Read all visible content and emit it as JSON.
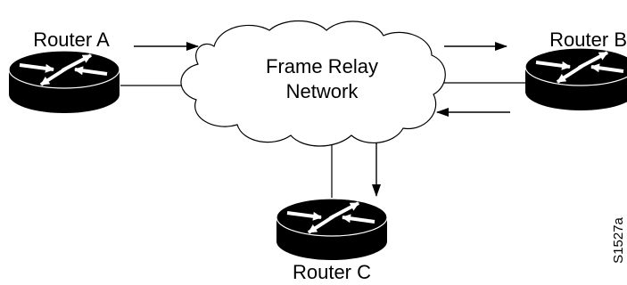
{
  "diagram": {
    "cloud": {
      "line1": "Frame Relay",
      "line2": "Network"
    },
    "routers": {
      "a": "Router A",
      "b": "Router B",
      "c": "Router C"
    },
    "figure_id": "S1527a",
    "colors": {
      "background": "#ffffff",
      "router_body": "#000000",
      "line": "#000000"
    },
    "icons": {
      "cloud": "cloud-icon",
      "router": "router-icon",
      "arrow": "arrow-icon"
    }
  }
}
